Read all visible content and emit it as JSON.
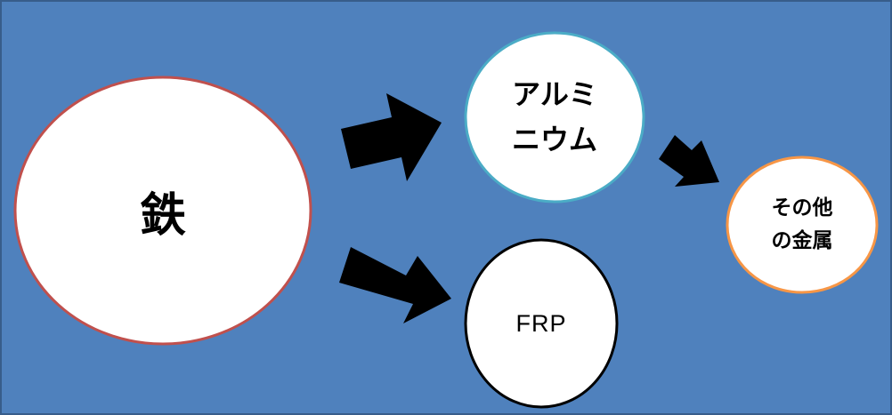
{
  "nodes": {
    "iron": {
      "label": "鉄",
      "border_color": "#c0504d"
    },
    "aluminum": {
      "label": "アルミ\nニウム",
      "border_color": "#4bacc6"
    },
    "frp": {
      "label": "FRP",
      "border_color": "#000000"
    },
    "other_metals": {
      "label": "その他\nの金属",
      "border_color": "#f79646"
    }
  },
  "edges": [
    {
      "from": "iron",
      "to": "aluminum"
    },
    {
      "from": "iron",
      "to": "frp"
    },
    {
      "from": "aluminum",
      "to": "other_metals"
    }
  ],
  "colors": {
    "background": "#4f81bd",
    "frame": "#385d8a",
    "node_fill": "#ffffff",
    "arrow": "#000000"
  }
}
